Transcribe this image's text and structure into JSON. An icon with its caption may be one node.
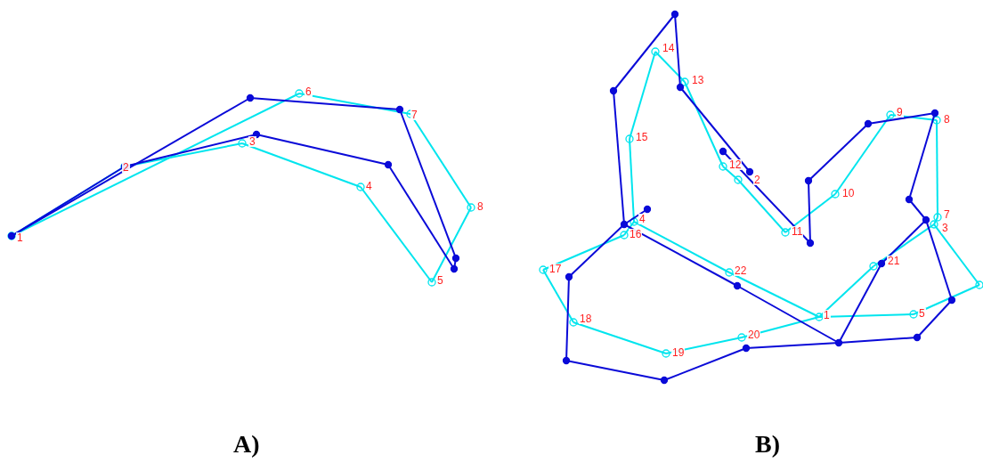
{
  "diagram": {
    "labels": [
      "1",
      "2",
      "3",
      "4",
      "5",
      "6",
      "7",
      "8",
      "1",
      "2",
      "3",
      "4",
      "5",
      "7",
      "8",
      "9",
      "10",
      "11",
      "12",
      "13",
      "14",
      "15",
      "16",
      "17",
      "18",
      "19",
      "20",
      "21",
      "22",
      "A)",
      "B)"
    ]
  }
}
